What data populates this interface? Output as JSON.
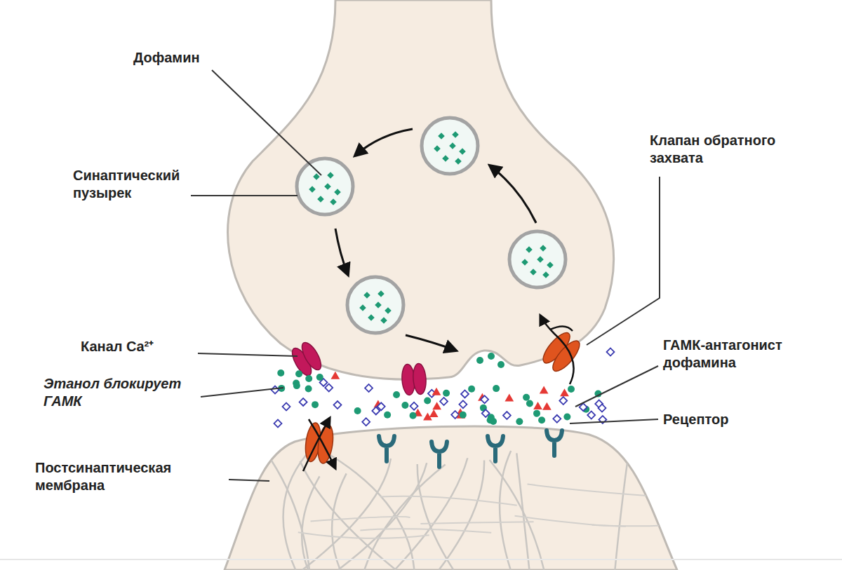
{
  "diagram": {
    "labels": [
      "Дофамин",
      "Синаптический пузырек",
      "Клапан обратного захвата",
      "Канал Ca²⁺",
      "Этанол блокирует ГАМК",
      "ГАМК-антагонист дофамина",
      "Рецептор",
      "Постсинаптическая мембрана"
    ]
  }
}
